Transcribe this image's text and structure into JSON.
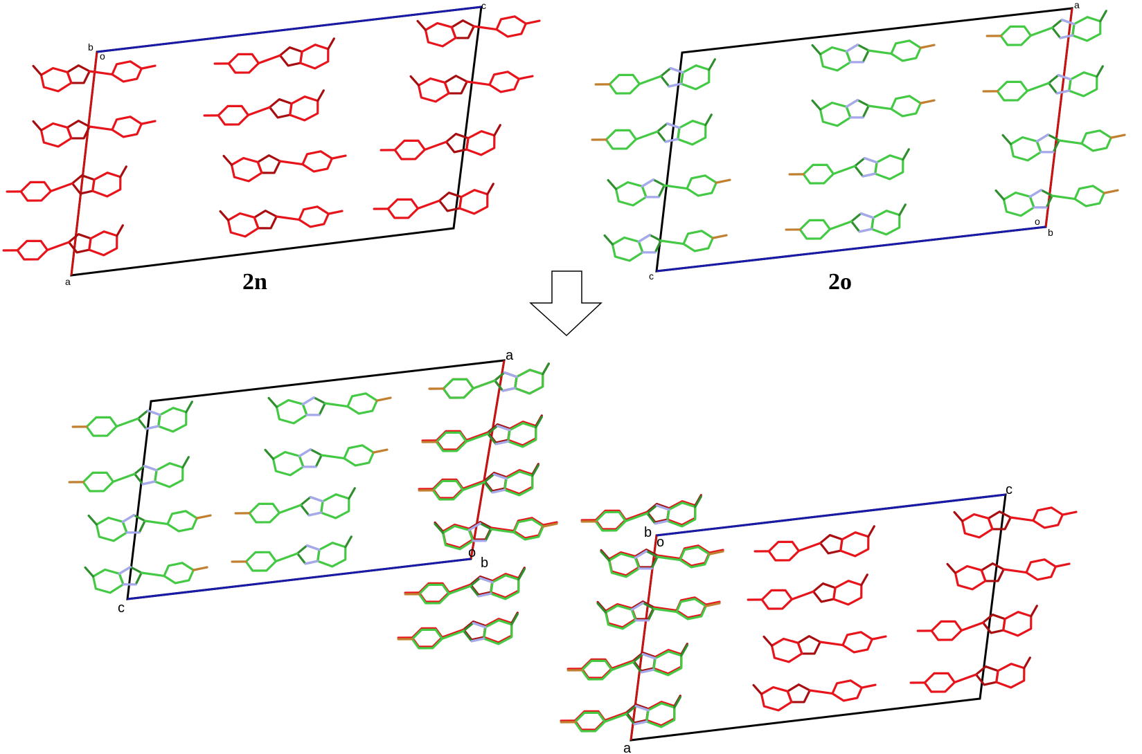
{
  "panels": {
    "top_left": {
      "title": "2n",
      "axes": {
        "a": "a",
        "b": "b",
        "c": "c",
        "o": "o"
      }
    },
    "top_right": {
      "title": "2o",
      "axes": {
        "a": "a",
        "b": "b",
        "c": "c",
        "o": "o"
      }
    },
    "bottom_left": {
      "axes": {
        "a": "a",
        "b": "b",
        "c": "c",
        "o": "o"
      }
    },
    "bottom_right": {
      "axes": {
        "a": "a",
        "b": "b",
        "c": "c",
        "o": "o"
      }
    }
  },
  "colors": {
    "red_structure": "#e8141b",
    "dark_red": "#a80e10",
    "green_structure": "#44c944",
    "dark_green": "#2f8f2f",
    "nitrogen": "#a8a8ee",
    "bromine": "#c08030",
    "axis_a": "#cc1111",
    "axis_b": "#1a1aa8",
    "axis_c": "#000000",
    "arrow": "#ffffff"
  },
  "icons": {
    "transform_arrow": "down-arrow-icon"
  }
}
